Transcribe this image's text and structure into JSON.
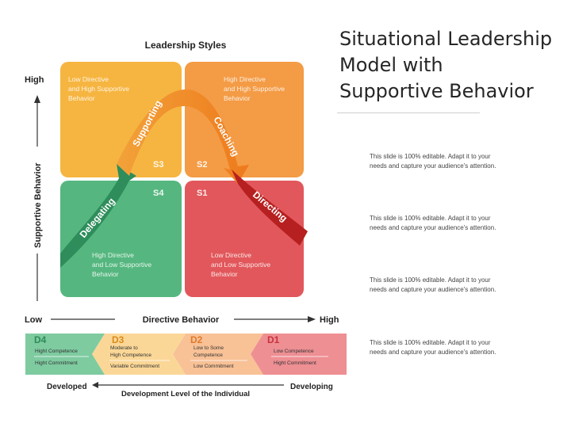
{
  "slide": {
    "title_line1": "Situational Leadership",
    "title_line2": "Model with",
    "title_line3": "Supportive Behavior"
  },
  "diagram": {
    "heading": "Leadership Styles",
    "y_axis": {
      "label": "Supportive Behavior",
      "high": "High"
    },
    "x_axis": {
      "label": "Directive Behavior",
      "low": "Low",
      "high": "High"
    },
    "quadrants": [
      {
        "code": "S3",
        "line1": "Low Directive",
        "line2": "and High Supportive",
        "line3": "Behavior",
        "color": "#F6B541"
      },
      {
        "code": "S2",
        "line1": "High Directive",
        "line2": "and High Supportive",
        "line3": "Behavior",
        "color": "#F49B45"
      },
      {
        "code": "S4",
        "line1": "High Directive",
        "line2": "and Low Supportive",
        "line3": "Behavior",
        "color": "#55B77F"
      },
      {
        "code": "S1",
        "line1": "Low Directive",
        "line2": "and Low Supportive",
        "line3": "Behavior",
        "color": "#E2575B"
      }
    ],
    "curve_labels": {
      "supporting": "Supporting",
      "coaching": "Coaching",
      "delegating": "Delegating",
      "directing": "Directing"
    },
    "development": {
      "stages": [
        {
          "code": "D4",
          "line1": "Hight Competence",
          "line2": "Hight Commitment",
          "color": "#7ECBA0",
          "code_color": "#2E8B57"
        },
        {
          "code": "D3",
          "line1": "Moderate to",
          "line2": "High Competence",
          "line3": "Variable Commitment",
          "color": "#FBD797",
          "code_color": "#D98A1A"
        },
        {
          "code": "D2",
          "line1": "Low to Some",
          "line2": "Competence",
          "line3": "Low Commitment",
          "color": "#F8C196",
          "code_color": "#E07A2A"
        },
        {
          "code": "D1",
          "line1": "Low Competence",
          "line2": "Hight Commitment",
          "color": "#EE8F93",
          "code_color": "#C8313A"
        }
      ],
      "left_label": "Developed",
      "right_label": "Developing",
      "axis_label": "Development Level of the Individual"
    }
  },
  "notes": [
    {
      "line1": "This slide is 100% editable. Adapt it to your",
      "line2": "needs and capture your audience's attention."
    },
    {
      "line1": "This slide is 100% editable. Adapt it to your",
      "line2": "needs and capture your audience's attention."
    },
    {
      "line1": "This slide is 100% editable. Adapt it to your",
      "line2": "needs and capture your audience's attention."
    },
    {
      "line1": "This slide is 100% editable. Adapt it to your",
      "line2": "needs and capture your audience's attention."
    }
  ]
}
